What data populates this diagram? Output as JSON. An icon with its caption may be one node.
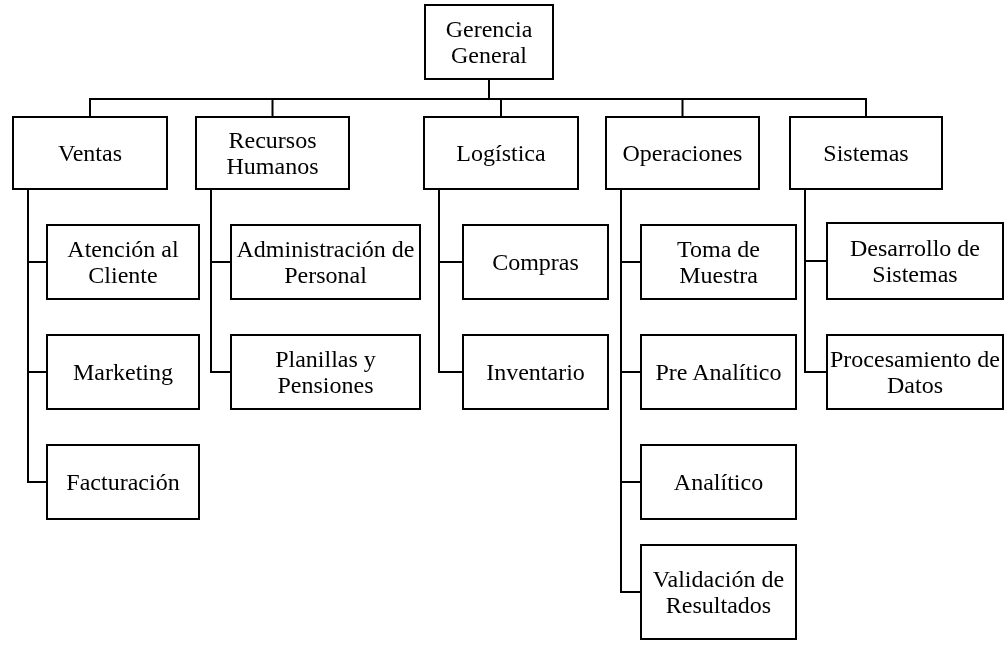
{
  "diagram": {
    "nodes": [
      {
        "text": [
          "Gerencia General"
        ]
      },
      {
        "text": [
          "Ventas"
        ]
      },
      {
        "text": [
          "Recursos Humanos"
        ]
      },
      {
        "text": [
          "Logística"
        ]
      },
      {
        "text": [
          "Operaciones"
        ]
      },
      {
        "text": [
          "Sistemas"
        ]
      },
      {
        "text": [
          "Atención al Cliente"
        ]
      },
      {
        "text": [
          "Marketing"
        ]
      },
      {
        "text": [
          "Facturación"
        ]
      },
      {
        "text": [
          "Administración de Personal"
        ]
      },
      {
        "text": [
          "Planillas y Pensiones"
        ]
      },
      {
        "text": [
          "Compras"
        ]
      },
      {
        "text": [
          "Inventario"
        ]
      },
      {
        "text": [
          "Toma de Muestra"
        ]
      },
      {
        "text": [
          "Pre Analítico"
        ]
      },
      {
        "text": [
          "Analítico"
        ]
      },
      {
        "text": [
          "Validación de Resultados"
        ]
      },
      {
        "text": [
          "Desarrollo de Sistemas"
        ]
      },
      {
        "text": [
          "Procesamiento de Datos"
        ]
      }
    ],
    "edges": [
      {
        "from": 0,
        "to": 1,
        "arrow": "none"
      },
      {
        "from": 0,
        "to": 2,
        "arrow": "none"
      },
      {
        "from": 0,
        "to": 3,
        "arrow": "none"
      },
      {
        "from": 0,
        "to": 4,
        "arrow": "none"
      },
      {
        "from": 0,
        "to": 5,
        "arrow": "none"
      },
      {
        "from": 1,
        "to": 6,
        "arrow": "none"
      },
      {
        "from": 1,
        "to": 7,
        "arrow": "none"
      },
      {
        "from": 1,
        "to": 8,
        "arrow": "none"
      },
      {
        "from": 2,
        "to": 9,
        "arrow": "none"
      },
      {
        "from": 2,
        "to": 10,
        "arrow": "none"
      },
      {
        "from": 3,
        "to": 11,
        "arrow": "none"
      },
      {
        "from": 3,
        "to": 12,
        "arrow": "none"
      },
      {
        "from": 4,
        "to": 13,
        "arrow": "none"
      },
      {
        "from": 4,
        "to": 14,
        "arrow": "none"
      },
      {
        "from": 4,
        "to": 15,
        "arrow": "none"
      },
      {
        "from": 4,
        "to": 16,
        "arrow": "none"
      },
      {
        "from": 5,
        "to": 17,
        "arrow": "none"
      },
      {
        "from": 5,
        "to": 18,
        "arrow": "none"
      }
    ]
  }
}
